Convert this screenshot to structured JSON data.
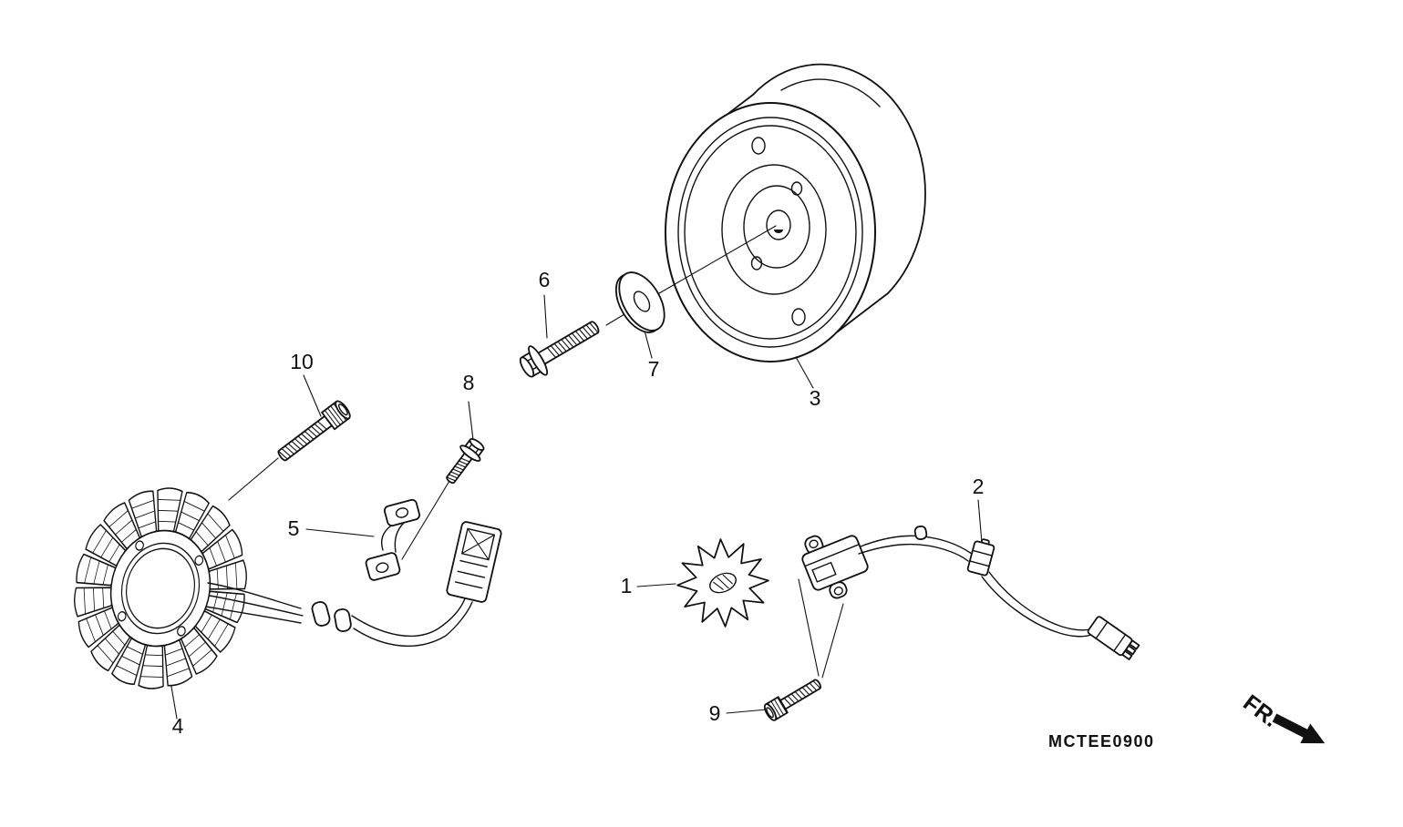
{
  "diagram": {
    "code": "MCTEE0900",
    "fr_label": "FR.",
    "part_labels": {
      "1": "1",
      "2": "2",
      "3": "3",
      "4": "4",
      "5": "5",
      "6": "6",
      "7": "7",
      "8": "8",
      "9": "9",
      "10": "10"
    }
  }
}
